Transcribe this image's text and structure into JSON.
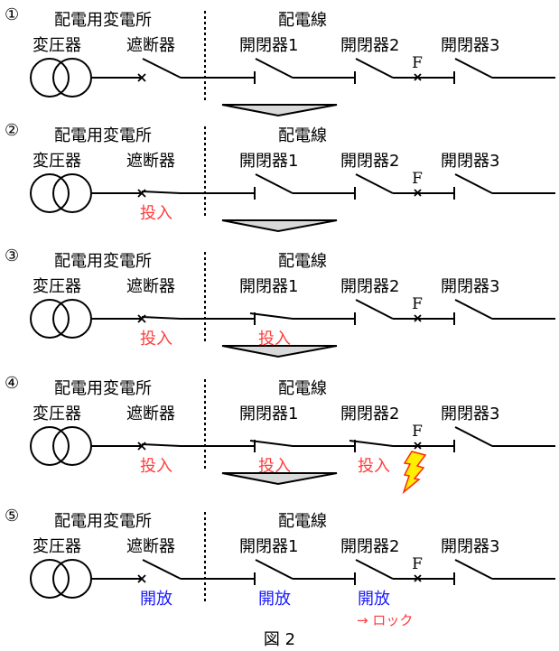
{
  "figure_caption": "図 2",
  "labels": {
    "substation": "配電用変電所",
    "distribution_line": "配電線",
    "transformer": "変圧器",
    "breaker": "遮断器",
    "switch1": "開閉器1",
    "switch2": "開閉器2",
    "switch3": "開閉器3",
    "fault": "F"
  },
  "steps": [
    {
      "number": "①",
      "breaker": "open",
      "sw1": "open",
      "sw2": "open",
      "sw3": "open",
      "annotations": {},
      "lightning": false
    },
    {
      "number": "②",
      "breaker": "closed",
      "sw1": "open",
      "sw2": "open",
      "sw3": "open",
      "annotations": {
        "breaker": "投入"
      },
      "lightning": false
    },
    {
      "number": "③",
      "breaker": "closed",
      "sw1": "closed",
      "sw2": "open",
      "sw3": "open",
      "annotations": {
        "breaker": "投入",
        "sw1": "投入"
      },
      "lightning": false
    },
    {
      "number": "④",
      "breaker": "closed",
      "sw1": "closed",
      "sw2": "closed",
      "sw3": "open",
      "annotations": {
        "breaker": "投入",
        "sw1": "投入",
        "sw2": "投入"
      },
      "lightning": true
    },
    {
      "number": "⑤",
      "breaker": "open",
      "sw1": "open",
      "sw2": "open",
      "sw3": "open",
      "annotations": {
        "breaker": "開放",
        "sw1": "開放",
        "sw2": "開放",
        "lock": "→ ロック"
      },
      "lightning": false
    }
  ],
  "colors": {
    "close_text": "#ff3b3b",
    "open_text": "#1a1aff",
    "arrow_fill": "#d9d9d9",
    "bolt_fill": "#ffee00",
    "bolt_stroke": "#ff2a00"
  }
}
